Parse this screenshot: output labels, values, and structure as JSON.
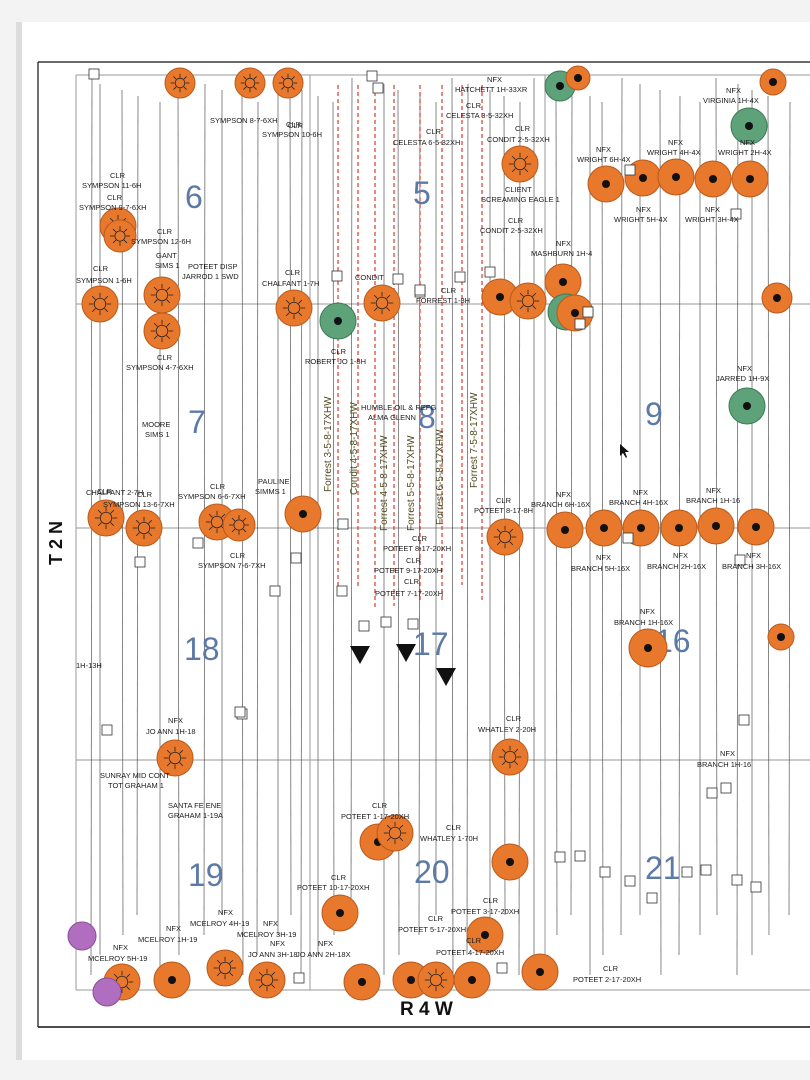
{
  "township_label": "T 2 N",
  "range_label": "R 4 W",
  "sections": [
    {
      "n": "6"
    },
    {
      "n": "5"
    },
    {
      "n": "7"
    },
    {
      "n": "8"
    },
    {
      "n": "9"
    },
    {
      "n": "18"
    },
    {
      "n": "17"
    },
    {
      "n": "16"
    },
    {
      "n": "19"
    },
    {
      "n": "20"
    },
    {
      "n": "21"
    }
  ],
  "well_labels": [
    "NFX",
    "HATCHETT 1H-33XR",
    "CLR",
    "CELESTA 3-5-32XH",
    "CLR",
    "CELESTA 6-5-32XH",
    "CLR",
    "CONDIT 2-5-32XH",
    "CLR",
    "SYMPSON 8-7-6XH",
    "CLR",
    "SYMPSON 10-6H",
    "NFX",
    "VIRGINIA 1H-4X",
    "NFX",
    "WRIGHT 6H-4X",
    "NFX",
    "WRIGHT 4H-4X",
    "NFX",
    "WRIGHT 2H-4X",
    "NFX",
    "WRIGHT 5H-4X",
    "NFX",
    "WRIGHT 3H-4X",
    "CLR",
    "SYMPSON 11-6H",
    "CLR",
    "SYMPSON 9-7-6XH",
    "CLR",
    "SYMPSON 12-6H",
    "CLIENT",
    "SCREAMING EAGLE 1",
    "CLR",
    "CONDIT 2-5-32XH",
    "NFX",
    "MASHBURN 1H-4",
    "GANT",
    "SIMS 1",
    "POTEET DISP",
    "JARROD 1 SWD",
    "CLR",
    "SYMPSON 1-6H",
    "CLR",
    "CHALFANT 1-7H",
    "CONDIT",
    "CLR",
    "FORREST 1-8H",
    "CLR",
    "ROBERT JO 1-8H",
    "CLR",
    "SYMPSON 4-7-6XH",
    "NFX",
    "JARRED 1H-9X",
    "MOORE",
    "SIMS 1",
    "HUMBLE OIL & REFG",
    "ALMA GLENN",
    "CLR",
    "CHALFANT 2-7H",
    "CLR",
    "SYMPSON 13-6-7XH",
    "CLR",
    "SYMPSON 6-6-7XH",
    "PAULINE",
    "SIMMS 1",
    "CLR",
    "POTEET 8-17-8H",
    "NFX",
    "BRANCH 6H-16X",
    "NFX",
    "BRANCH 4H-16X",
    "NFX",
    "BRANCH 1H-16",
    "CLR",
    "POTEET 8-17-20XH",
    "CLR",
    "POTEET 9-17-20XH",
    "CLR",
    "POTEET 7-17-20XH",
    "NFX",
    "BRANCH 5H-16X",
    "NFX",
    "BRANCH 2H-16X",
    "NFX",
    "BRANCH 3H-16X",
    "CLR",
    "SYMPSON 7-6-7XH",
    "NFX",
    "BRANCH 1H-16X",
    "1H-13H",
    "NFX",
    "JO ANN 1H-18",
    "CLR",
    "WHATLEY 2-20H",
    "NFX",
    "BRANCH 1H-16",
    "SUNRAY MID CONT",
    "TOT GRAHAM 1",
    "SANTA FE ENE",
    "GRAHAM 1-19A",
    "CLR",
    "POTEET 1-17-20XH",
    "CLR",
    "WHATLEY 1-70H",
    "CLR",
    "POTEET 10-17-20XH",
    "NFX",
    "MCELROY 4H-19",
    "NFX",
    "MCELROY 3H-19",
    "NFX",
    "MCELROY 1H-19",
    "NFX",
    "JO ANN 3H-18",
    "NFX",
    "JO ANN 2H-18X",
    "NFX",
    "MCELROY 5H-19",
    "CLR",
    "POTEET 3-17-20XH",
    "CLR",
    "POTEET 5-17-20XH",
    "CLR",
    "POTEET 4-17-20XH",
    "CLR",
    "POTEET 2-17-20XH"
  ],
  "laterals": [
    "Forrest 3-5-8-17XHW",
    "Condit 4-5-8-17XHW",
    "Forrest 4-5-8-17XHW",
    "Forrest 5-5-8-17XHW",
    "Forrest 6-5-8-17XHW",
    "Forrest 7-5-8-17XHW"
  ],
  "colors": {
    "clr": "#e8782c",
    "nfx_green": "#5ea27a",
    "other": "#b16ec0",
    "section_number": "#5c7aa7",
    "proposed": "#d8392b"
  },
  "icons": [
    "well-dot-icon",
    "well-sun-icon",
    "well-square-icon",
    "arrow-down-icon",
    "cursor-icon"
  ]
}
